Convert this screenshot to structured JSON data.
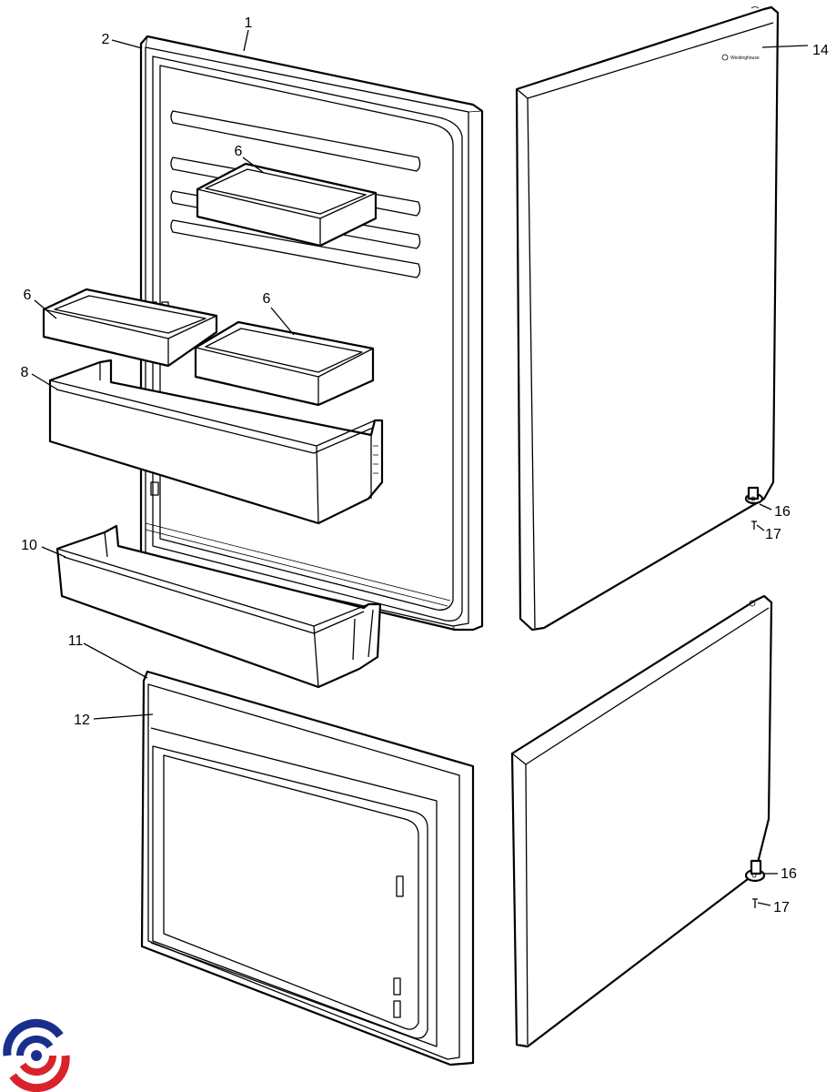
{
  "callouts": {
    "c1": "1",
    "c2": "2",
    "c6a": "6",
    "c6b": "6",
    "c6c": "6",
    "c8": "8",
    "c10": "10",
    "c11": "11",
    "c12": "12",
    "c14": "14",
    "c16a": "16",
    "c16b": "16",
    "c17a": "17",
    "c17b": "17"
  },
  "door_brand": "Westinghouse",
  "logo": {
    "name": "site-logo",
    "colors": [
      "#1a2f8c",
      "#d8232a"
    ]
  }
}
